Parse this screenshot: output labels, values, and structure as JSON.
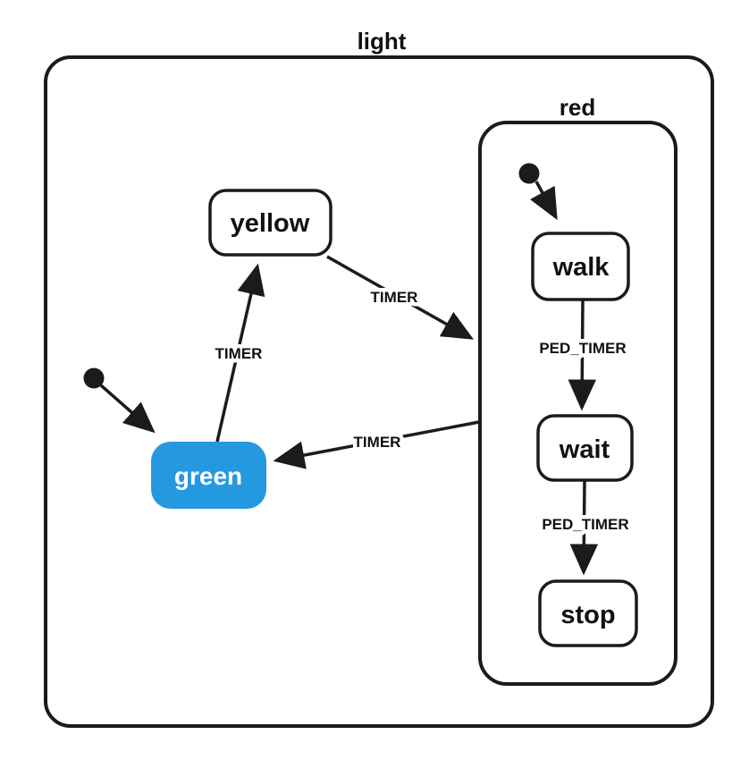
{
  "colors": {
    "stroke": "#1b1b1b",
    "active_state_fill": "#2499E0",
    "active_state_text": "#ffffff",
    "state_fill": "#ffffff",
    "label_text": "#111111",
    "background": "#ffffff"
  },
  "machine": {
    "title": "light",
    "states": {
      "green": {
        "label": "green",
        "active": true
      },
      "yellow": {
        "label": "yellow"
      },
      "red": {
        "label": "red",
        "compound": true
      },
      "walk": {
        "label": "walk",
        "parent": "red"
      },
      "wait": {
        "label": "wait",
        "parent": "red"
      },
      "stop": {
        "label": "stop",
        "parent": "red"
      }
    },
    "transitions": {
      "green_to_yellow": {
        "event": "TIMER",
        "from": "green",
        "to": "yellow"
      },
      "yellow_to_red": {
        "event": "TIMER",
        "from": "yellow",
        "to": "red"
      },
      "red_to_green": {
        "event": "TIMER",
        "from": "red",
        "to": "green"
      },
      "walk_to_wait": {
        "event": "PED_TIMER",
        "from": "walk",
        "to": "wait"
      },
      "wait_to_stop": {
        "event": "PED_TIMER",
        "from": "wait",
        "to": "stop"
      }
    },
    "initial_markers": [
      {
        "target": "green",
        "scope": "light"
      },
      {
        "target": "walk",
        "scope": "red"
      }
    ]
  }
}
